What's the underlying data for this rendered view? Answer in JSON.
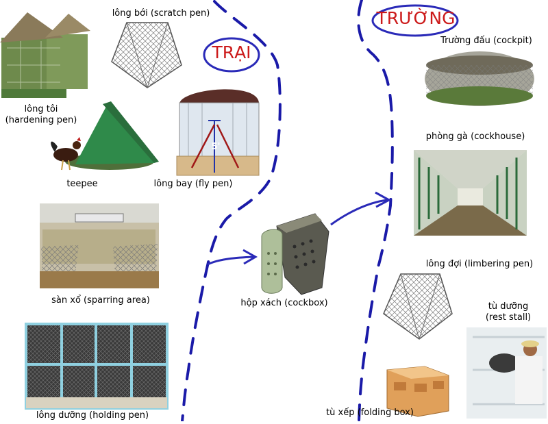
{
  "regions": {
    "farm": "TRẠI",
    "arena": "TRƯỜNG"
  },
  "labels": {
    "scratch_pen": "lông bới (scratch pen)",
    "hardening_pen_line1": "lông tôi",
    "hardening_pen_line2": "(hardening pen)",
    "teepee": "teepee",
    "fly_pen": "lông bay (fly pen)",
    "fly_pen_height": "5'",
    "sparring_area": "sàn xổ (sparring area)",
    "holding_pen": "lông dưỡng (holding pen)",
    "cockbox": "hộp xách (cockbox)",
    "cockpit": "Trường đấu (cockpit)",
    "cockhouse": "phòng gà (cockhouse)",
    "limbering_pen": "lông đợi (limbering pen)",
    "rest_stall_line1": "tù dưỡng",
    "rest_stall_line2": "(rest stall)",
    "folding_box": "tù xếp (folding box)"
  },
  "colors": {
    "divider": "#1a1aa8",
    "region_text": "#cc1a1a",
    "region_circle": "#2a2ab8"
  }
}
